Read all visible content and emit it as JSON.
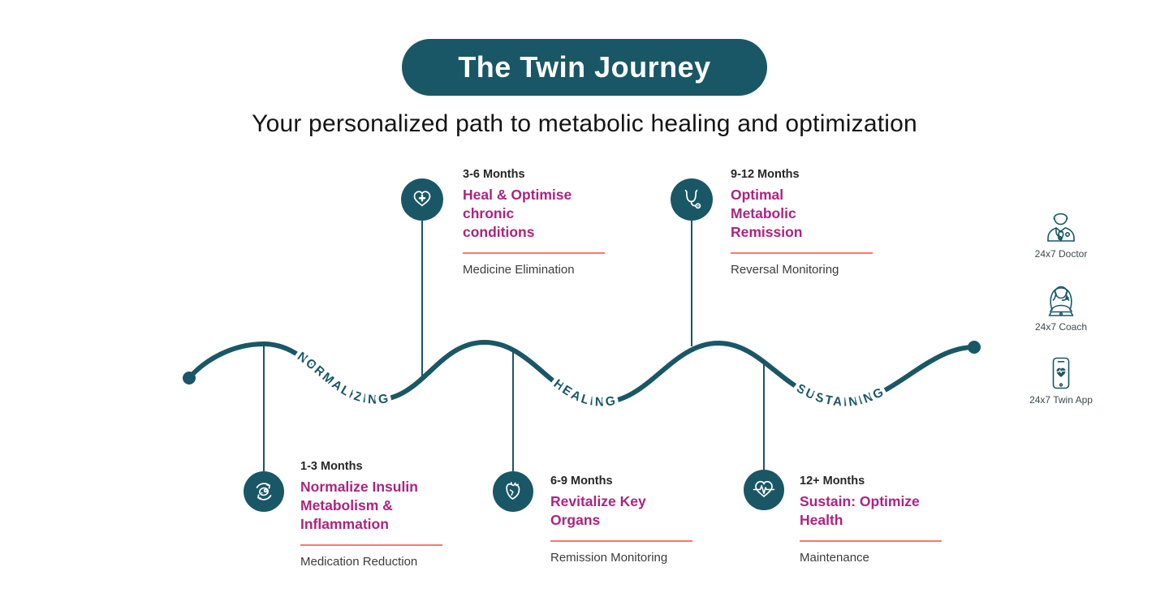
{
  "title": "The Twin Journey",
  "subtitle": "Your personalized path to metabolic healing and optimization",
  "phases": [
    {
      "label": "NORMALIZING"
    },
    {
      "label": "HEALING"
    },
    {
      "label": "SUSTAINING"
    }
  ],
  "milestones": [
    {
      "period": "1-3 Months",
      "title": "Normalize Insulin\nMetabolism &\nInflammation",
      "sublabel": "Medication Reduction",
      "icon": "metabolism-icon",
      "position": "below"
    },
    {
      "period": "3-6 Months",
      "title": "Heal & Optimise\nchronic\nconditions",
      "sublabel": "Medicine Elimination",
      "icon": "heart-plus-icon",
      "position": "above"
    },
    {
      "period": "6-9 Months",
      "title": "Revitalize Key\nOrgans",
      "sublabel": "Remission Monitoring",
      "icon": "organ-heart-icon",
      "position": "below"
    },
    {
      "period": "9-12 Months",
      "title": "Optimal\nMetabolic\nRemission",
      "sublabel": "Reversal Monitoring",
      "icon": "stethoscope-icon",
      "position": "above"
    },
    {
      "period": "12+ Months",
      "title": "Sustain: Optimize\nHealth",
      "sublabel": "Maintenance",
      "icon": "heart-pulse-icon",
      "position": "below"
    }
  ],
  "support": [
    {
      "label": "24x7 Doctor",
      "icon": "doctor-icon"
    },
    {
      "label": "24x7 Coach",
      "icon": "coach-icon"
    },
    {
      "label": "24x7 Twin App",
      "icon": "twin-app-icon"
    }
  ],
  "colors": {
    "teal": "#1a5766",
    "magenta": "#a92580",
    "underline_salmon": "#f4796e"
  }
}
